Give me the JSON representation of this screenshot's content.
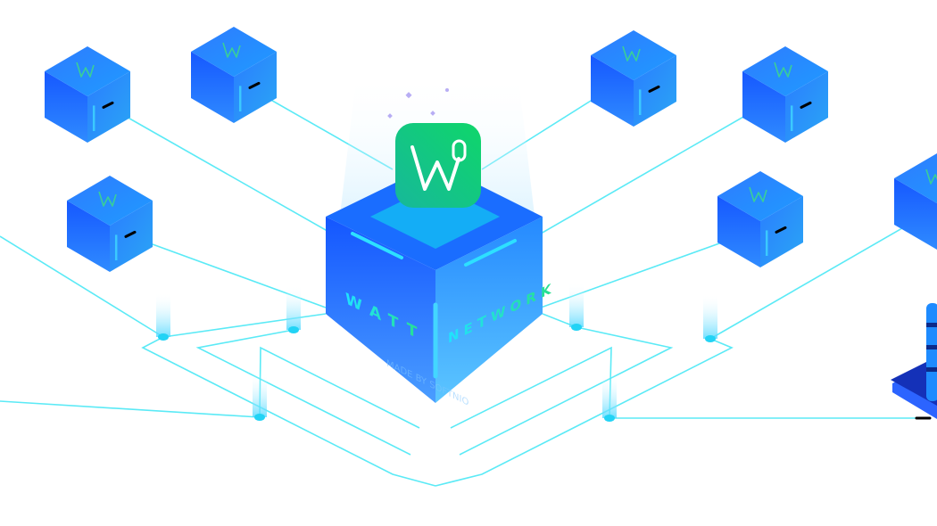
{
  "hub": {
    "front_left_label": "WATT",
    "front_right_label": "NETWORK",
    "credit": "MADE BY SOFTNIO",
    "app_icon": "watt-w-microphone-logo",
    "logo_letter": "W"
  },
  "nodes": {
    "count_visible": 7,
    "icon": "watt-w-logo-outline",
    "port_icon": "connector-port"
  },
  "database": {
    "icon": "database-stack"
  },
  "colors": {
    "background": "#ffffff",
    "cube_blue": "#1a5cff",
    "cube_light": "#29a8ff",
    "link_cyan": "#3ee6f5",
    "label_gradient_start": "#20e3ff",
    "label_gradient_end": "#27e08a",
    "app_green": "#12c971"
  }
}
